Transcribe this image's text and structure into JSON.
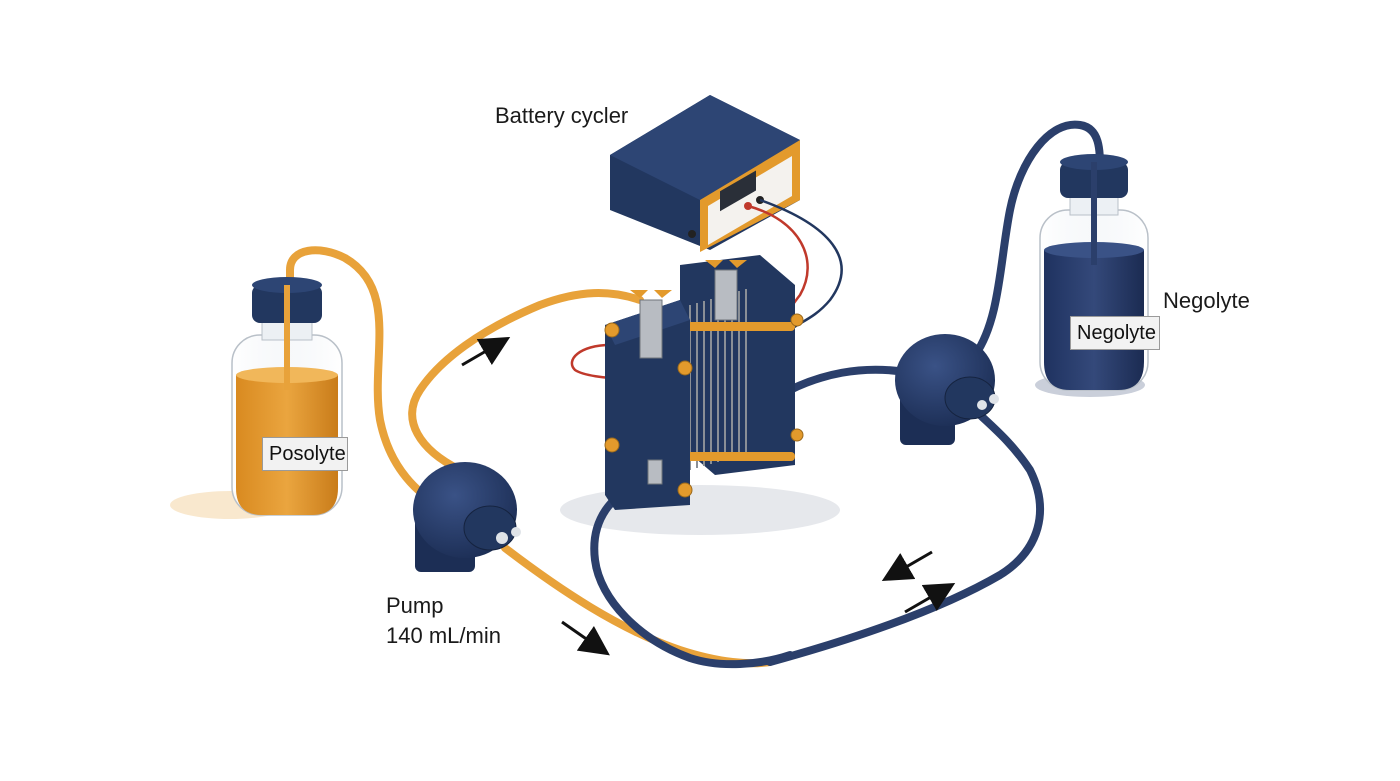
{
  "labels": {
    "battery_cycler": "Battery cycler",
    "negolyte": "Negolyte",
    "pump_name": "Pump",
    "pump_rate": "140 mL/min"
  },
  "bottles": {
    "posolyte_label": "Posolyte",
    "negolyte_label": "Negolyte"
  },
  "colors": {
    "posolyte": "#e8a23a",
    "negolyte": "#2b3f6b",
    "device_navy": "#22375f",
    "accent_orange": "#e39a2c",
    "wire_red": "#c0392b"
  }
}
